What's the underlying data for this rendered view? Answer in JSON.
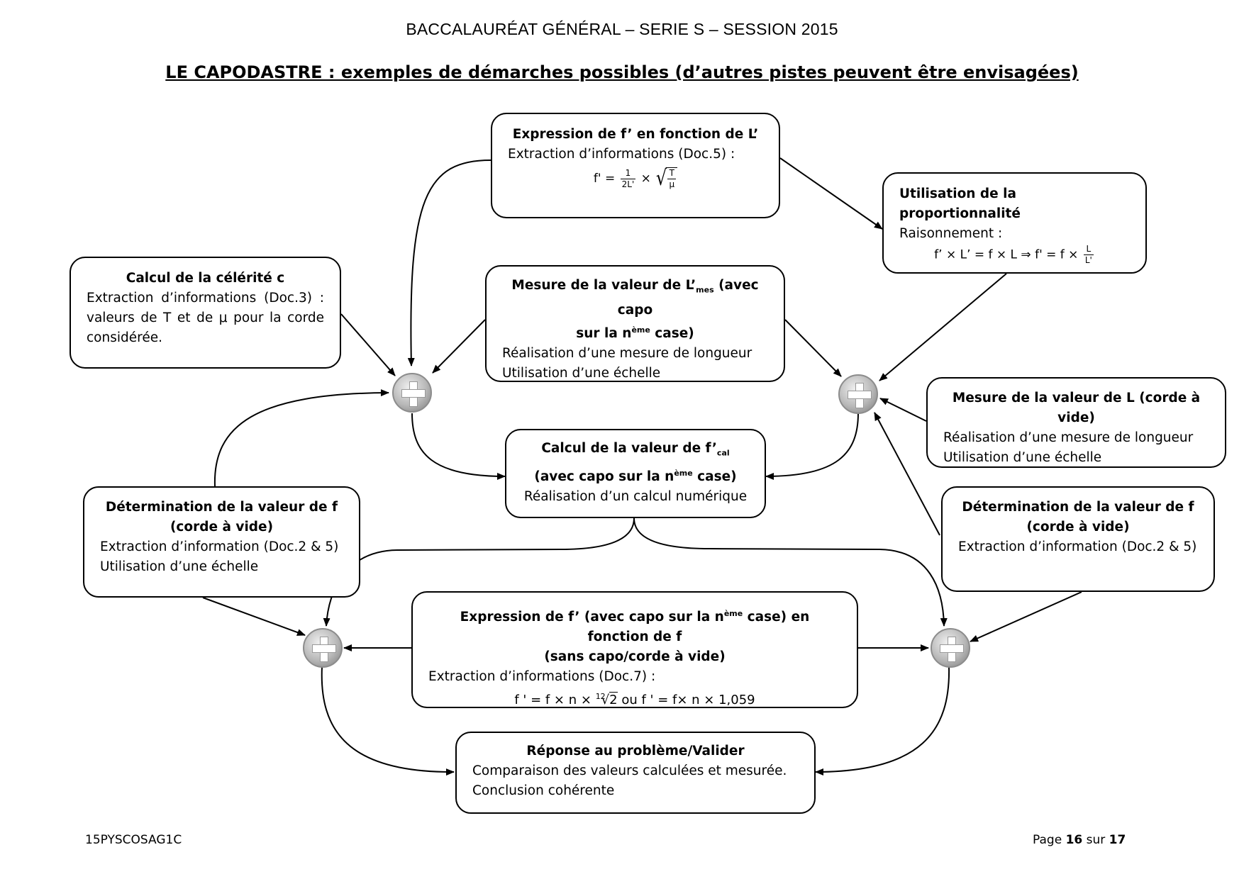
{
  "header": "BACCALAURÉAT GÉNÉRAL – SERIE S – SESSION 2015",
  "title": "LE CAPODASTRE : exemples de démarches possibles (d’autres pistes peuvent être envisagées)",
  "boxes": {
    "expr_f_L": {
      "title": "Expression de f’ en fonction de L’",
      "line1": "Extraction d’informations (Doc.5) :",
      "formula_lhs": "f' =",
      "frac_num": "1",
      "frac_den": "2L'",
      "times": "×",
      "sqrt_num": "T",
      "sqrt_den": "μ"
    },
    "proportion": {
      "title": "Utilisation de la proportionnalité",
      "line1": "Raisonnement  :",
      "formula": "f’ × L’ = f × L  ⇒ f' = f ×",
      "frac_num": "L",
      "frac_den": "L'"
    },
    "celerite": {
      "title": "Calcul de la célérité c",
      "text": "Extraction d’informations (Doc.3) : valeurs de T et de μ pour la corde considérée."
    },
    "mesure_Lmes": {
      "title_a": "Mesure de la valeur de L’",
      "title_sub": "mes",
      "title_b": " (avec capo",
      "title_c": "sur la n",
      "title_sup": "ème",
      "title_d": " case)",
      "line1": "Réalisation d’une mesure de longueur",
      "line2": "Utilisation d’une échelle"
    },
    "mesure_L": {
      "title": "Mesure de la valeur de L (corde à vide)",
      "line1": "Réalisation d’une mesure de longueur",
      "line2": "Utilisation d’une échelle"
    },
    "calcul_fcal": {
      "title_a": "Calcul de la valeur de f’",
      "title_sub": "cal",
      "title_b": "(avec capo sur la n",
      "title_sup": "ème",
      "title_c": " case)",
      "line1": "Réalisation d’un calcul numérique"
    },
    "det_f_left": {
      "title_a": "Détermination de la valeur de f",
      "title_b": "(corde à vide)",
      "line1": "Extraction d’information (Doc.2 & 5)",
      "line2": "Utilisation d’une échelle"
    },
    "det_f_right": {
      "title_a": "Détermination de la valeur de f",
      "title_b": "(corde à vide)",
      "text": "Extraction d’information (Doc.2 & 5)"
    },
    "expr_f_f": {
      "title_a": "Expression de f’ (avec capo sur la n",
      "title_sup": "ème",
      "title_b": " case) en fonction de f",
      "title_c": "(sans capo/corde à vide)",
      "line1": "Extraction d’informations (Doc.7) :",
      "formula_a": "f ' = f × n ×",
      "root_index": "12",
      "root_radicand": "2",
      "formula_b": "  ou f ' = f× n  × 1,059"
    },
    "reponse": {
      "title": "Réponse au problème/Valider",
      "line1": "Comparaison des valeurs calculées et mesurée.",
      "line2": "Conclusion cohérente"
    }
  },
  "footer": {
    "code": "15PYSCOSAG1C",
    "page_prefix": "Page ",
    "page_num": "16",
    "page_mid": " sur ",
    "page_total": "17"
  }
}
